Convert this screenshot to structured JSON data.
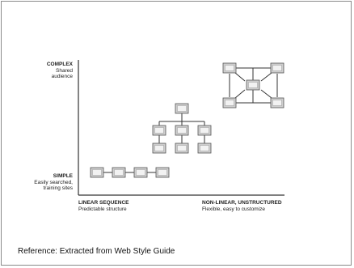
{
  "axis_labels": {
    "top": {
      "title": "COMPLEX",
      "line1": "Shared",
      "line2": "audience"
    },
    "bottom": {
      "title": "SIMPLE",
      "line1": "Easily searched,",
      "line2": "training sites"
    },
    "left": {
      "title": "LINEAR SEQUENCE",
      "line1": "Predictable structure"
    },
    "right": {
      "title": "NON-LINEAR, UNSTRUCTURED",
      "line1": "Flexible, easy to customize"
    }
  },
  "caption": "Reference: Extracted from Web Style Guide",
  "colors": {
    "node_fill": "#d8d8d8",
    "node_inner": "#f4f4f4",
    "line": "#333333",
    "frame": "#8a8a8a"
  }
}
